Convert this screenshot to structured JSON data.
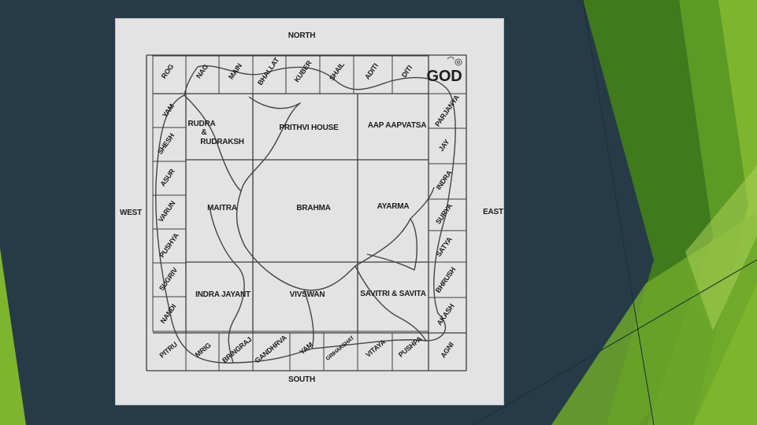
{
  "slide": {
    "background": "#263b47",
    "accent_colors": [
      "#7fb42d",
      "#5c9a26",
      "#3f7a1c",
      "#a9d156"
    ]
  },
  "diagram": {
    "directions": {
      "north": "NORTH",
      "south": "SOUTH",
      "west": "WEST",
      "east": "EAST"
    },
    "god_label": "GOD",
    "north_row": [
      "ROG",
      "NAG",
      "MAIN",
      "BHALLAT",
      "KUBER",
      "SHAIL",
      "ADITI",
      "DITI"
    ],
    "east_column": [
      "PARJANYA",
      "JAY",
      "INDRA",
      "SURYA",
      "SATYA",
      "BHRUSH",
      "AKASH",
      "AGNI"
    ],
    "south_row": [
      "PITRU",
      "MRIG",
      "BRINGRAJ",
      "GANDHRVA",
      "YAM",
      "GRIHAKSHAT",
      "VITAYA",
      "PUSHPA"
    ],
    "west_column": [
      "YAM",
      "SHESH",
      "ASUR",
      "VARUN",
      "PUSHYA",
      "SUGRIV",
      "NANDI"
    ],
    "inner": {
      "rudra": "RUDRA",
      "ampersand": "&",
      "rudraksh": "RUDRAKSH",
      "prithvi": "PRITHVI HOUSE",
      "aap": "AAP AAPVATSA",
      "maitra": "MAITRA",
      "brahma": "BRAHMA",
      "ayarma": "AYARMA",
      "indra_jayant": "INDRA JAYANT",
      "vivswan": "VIVSWAN",
      "savitri": "SAVITRI & SAVITA"
    }
  }
}
